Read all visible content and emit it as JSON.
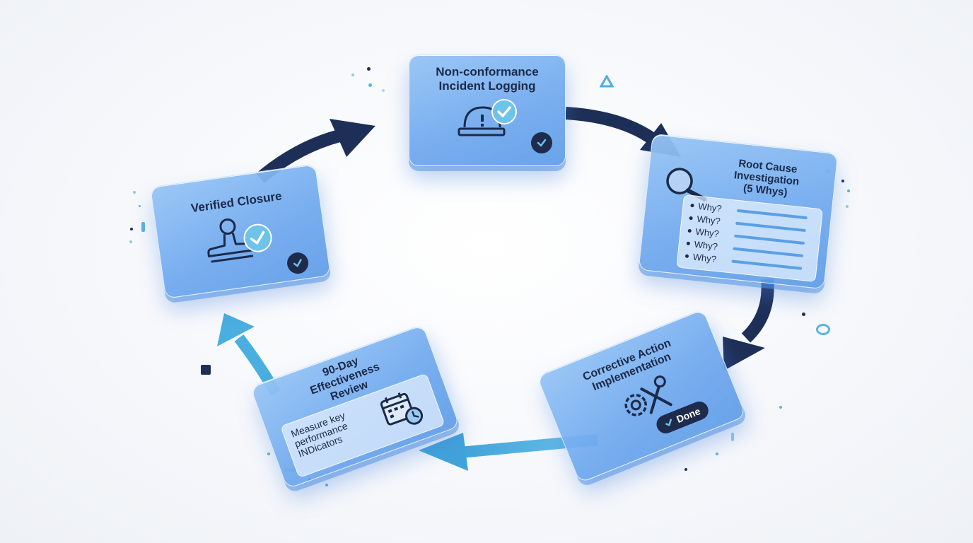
{
  "diagram": {
    "type": "cycle",
    "steps": [
      {
        "id": "logging",
        "title_lines": [
          "Non-conformance",
          "Incident Logging"
        ]
      },
      {
        "id": "root-cause",
        "title_lines": [
          "Root Cause",
          "Investigation",
          "(5 Whys)"
        ],
        "whys": [
          "Why?",
          "Why?",
          "Why?",
          "Why?",
          "Why?"
        ]
      },
      {
        "id": "corrective",
        "title_lines": [
          "Corrective Action",
          "Implementation"
        ],
        "badge": "Done"
      },
      {
        "id": "review",
        "title_lines": [
          "90-Day",
          "Effectiveness",
          "Review"
        ],
        "detail_lines": [
          "Measure key",
          "performance",
          "INDicators"
        ]
      },
      {
        "id": "closure",
        "title_lines": [
          "Verified Closure"
        ]
      }
    ]
  },
  "colors": {
    "card": "#7fb5ee",
    "arrow_dark": "#1e2f57",
    "arrow_light": "#4aaee0",
    "badge": "#1e2b4d",
    "accent": "#5a9fe6"
  },
  "icons": {
    "logging": "alarm-light-icon",
    "root_cause": "magnifier-icon",
    "corrective": "gear-wrench-icon",
    "review": "calendar-clock-icon",
    "closure": "stamp-icon",
    "check": "check-icon"
  }
}
